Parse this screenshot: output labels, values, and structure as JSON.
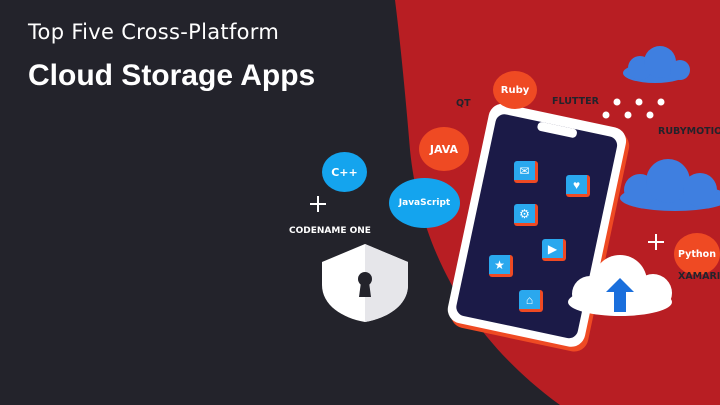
{
  "header": {
    "title_line1": "Top Five Cross-Platform",
    "title_line2": "Cloud Storage Apps"
  },
  "platforms": {
    "ruby": "Ruby",
    "java": "JAVA",
    "cpp": "C++",
    "javascript": "JavaScript",
    "python": "Python",
    "qt": "QT",
    "flutter": "FLUTTER",
    "rubymotion": "RUBYMOTION",
    "codename_one": "CODENAME ONE",
    "xamarin": "XAMARI"
  },
  "icons": [
    "mail-icon",
    "heart-icon",
    "gear-icon",
    "play-icon",
    "star-icon",
    "home-icon",
    "upload-arrow-icon",
    "keyhole-icon",
    "plus-icon",
    "cloud-icon"
  ],
  "colors": {
    "background_dark": "#23232b",
    "accent_red": "#b81e23",
    "bubble_red": "#ef4a23",
    "bubble_blue": "#14a4ee",
    "phone_screen": "#1b1a47",
    "cloud_blue": "#3f7fe0"
  }
}
